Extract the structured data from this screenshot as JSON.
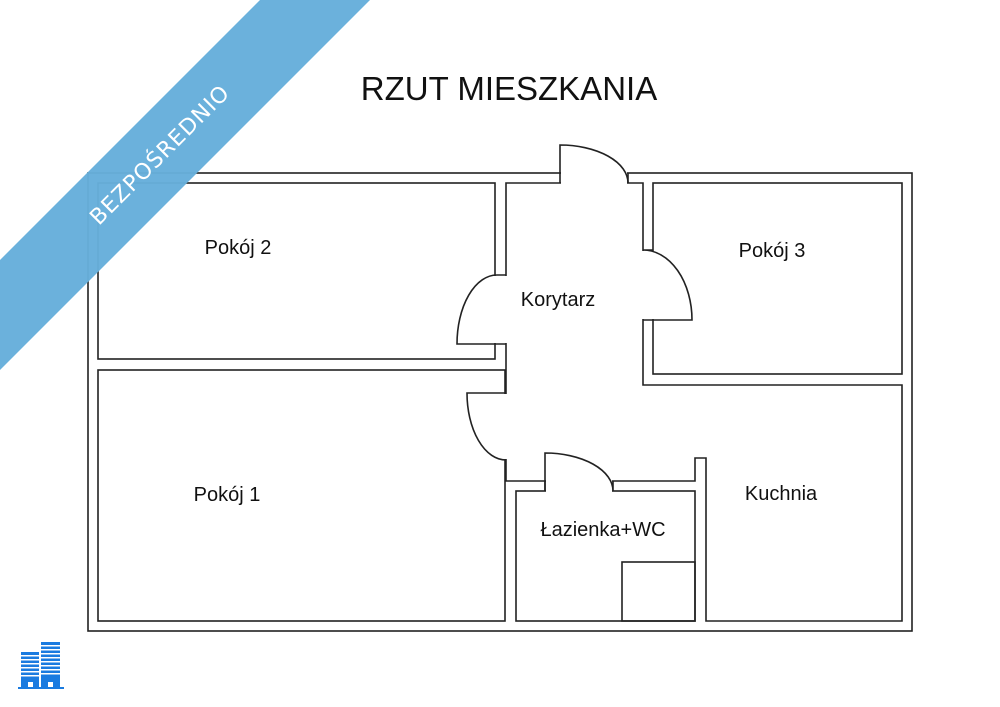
{
  "title": "RZUT MIESZKANIA",
  "banner": {
    "text": "BEZPOŚREDNIO",
    "color": "#66aedb"
  },
  "rooms": {
    "pokoj2": "Pokój 2",
    "pokoj1": "Pokój 1",
    "korytarz": "Korytarz",
    "pokoj3": "Pokój 3",
    "kuchnia": "Kuchnia",
    "lazienka": "Łazienka+WC"
  },
  "logo": {
    "icon": "buildings-icon",
    "color": "#1a7be0"
  }
}
